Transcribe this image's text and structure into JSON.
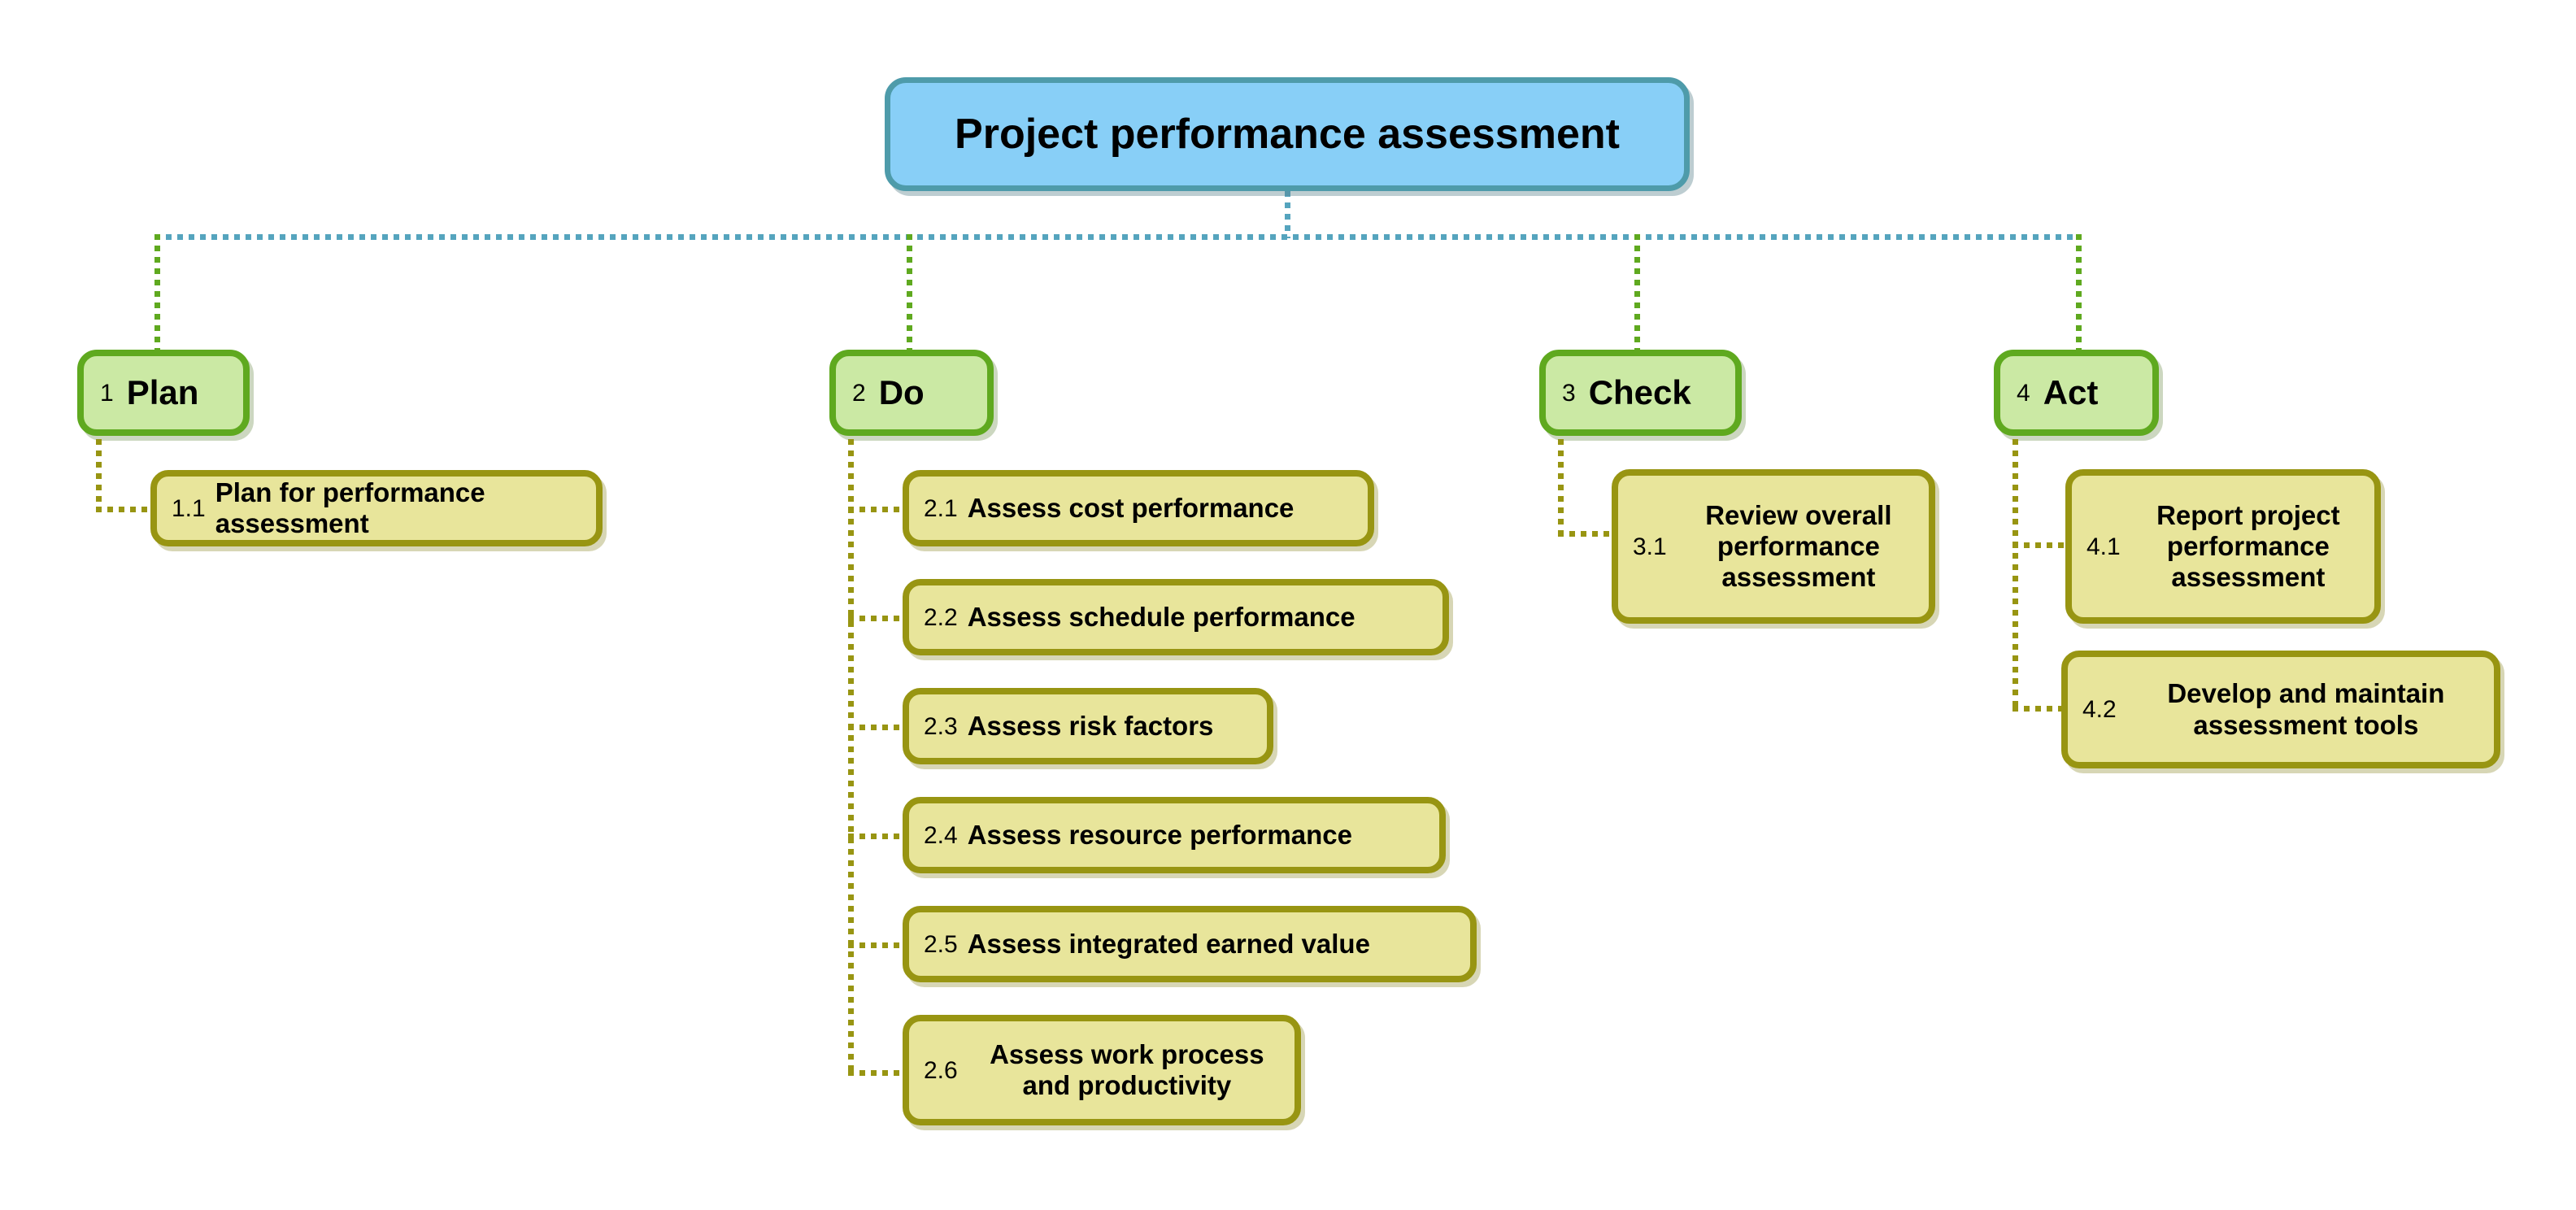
{
  "diagram": {
    "title": "Project performance assessment",
    "type": "hierarchy-tree",
    "colors": {
      "root_fill": "#88CFF7",
      "root_border": "#4E9BAA",
      "level1_fill": "#CBE9A4",
      "level1_border": "#5FA91F",
      "level2_fill": "#E8E59B",
      "level2_border": "#989512",
      "connector_teal": "#55A4BE",
      "connector_green": "#5FA91F",
      "connector_olive": "#989512",
      "text": "#000000",
      "background": "#FFFFFF"
    }
  },
  "root": {
    "label": "Project performance assessment"
  },
  "branches": [
    {
      "number": "1",
      "label": "Plan",
      "children": [
        {
          "number": "1.1",
          "label": "Plan for performance assessment",
          "multiline": false
        }
      ]
    },
    {
      "number": "2",
      "label": "Do",
      "children": [
        {
          "number": "2.1",
          "label": "Assess cost performance",
          "multiline": false
        },
        {
          "number": "2.2",
          "label": "Assess schedule performance",
          "multiline": false
        },
        {
          "number": "2.3",
          "label": "Assess risk factors",
          "multiline": false
        },
        {
          "number": "2.4",
          "label": "Assess resource performance",
          "multiline": false
        },
        {
          "number": "2.5",
          "label": "Assess integrated earned value",
          "multiline": false
        },
        {
          "number": "2.6",
          "label": "Assess work process\nand productivity",
          "multiline": true
        }
      ]
    },
    {
      "number": "3",
      "label": "Check",
      "children": [
        {
          "number": "3.1",
          "label": "Review overall\nperformance\nassessment",
          "multiline": true
        }
      ]
    },
    {
      "number": "4",
      "label": "Act",
      "children": [
        {
          "number": "4.1",
          "label": "Report project\nperformance\nassessment",
          "multiline": true
        },
        {
          "number": "4.2",
          "label": "Develop and maintain\nassessment tools",
          "multiline": true
        }
      ]
    }
  ]
}
